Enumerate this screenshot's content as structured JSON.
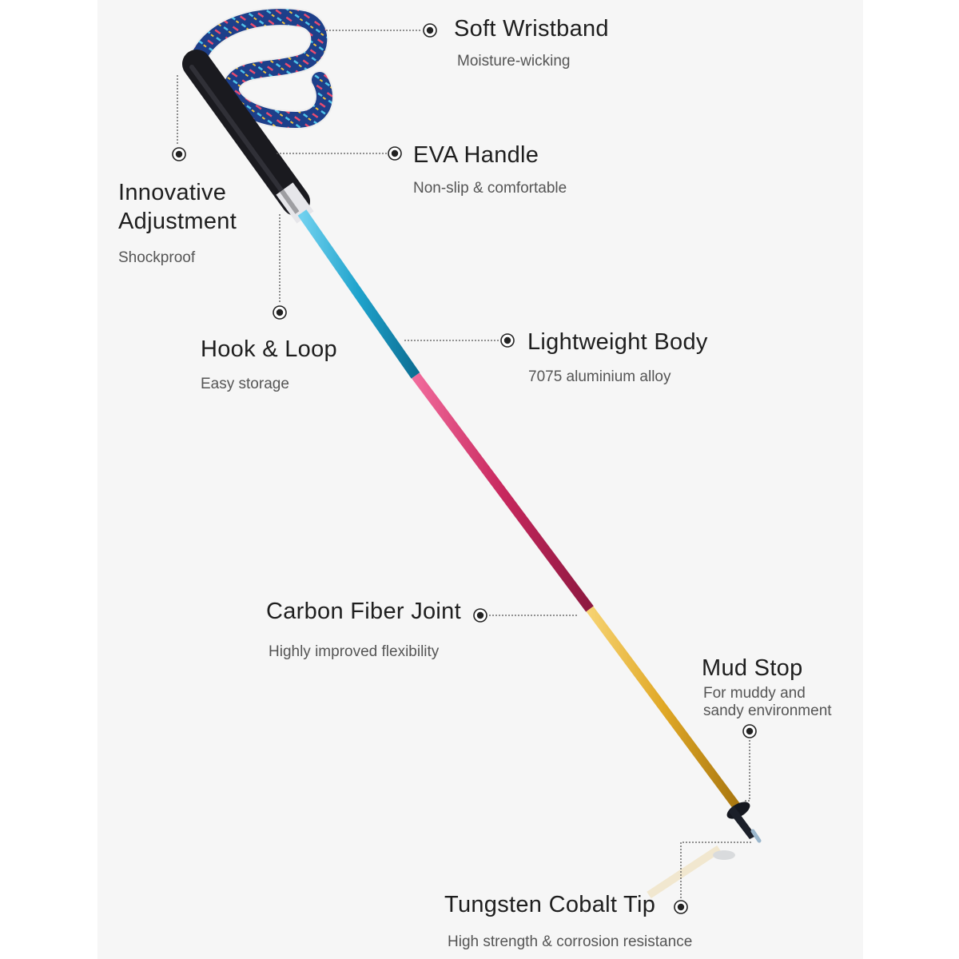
{
  "callouts": {
    "wristband": {
      "title": "Soft Wristband",
      "subtitle": "Moisture-wicking"
    },
    "handle": {
      "title": "EVA Handle",
      "subtitle": "Non-slip & comfortable"
    },
    "adjustment": {
      "title_line1": "Innovative",
      "title_line2": "Adjustment",
      "subtitle": "Shockproof"
    },
    "hook": {
      "title": "Hook & Loop",
      "subtitle": "Easy storage"
    },
    "body": {
      "title": "Lightweight Body",
      "subtitle": "7075 aluminium alloy"
    },
    "joint": {
      "title": "Carbon Fiber Joint",
      "subtitle": "Highly improved flexibility"
    },
    "mudstop": {
      "title": "Mud Stop",
      "subtitle_line1": "For muddy and",
      "subtitle_line2": "sandy environment"
    },
    "tip": {
      "title": "Tungsten Cobalt Tip",
      "subtitle": "High strength & corrosion resistance"
    }
  },
  "colors": {
    "grip": "#1a1a1f",
    "upper_shaft": "#1fa3cc",
    "middle_shaft": "#c8285e",
    "lower_shaft": "#e0a826",
    "strap_base": "#1d3f8a",
    "leader_line": "#555555",
    "background_panel": "#f6f6f6"
  },
  "icons": {
    "callout_marker": "target-dot-icon"
  }
}
